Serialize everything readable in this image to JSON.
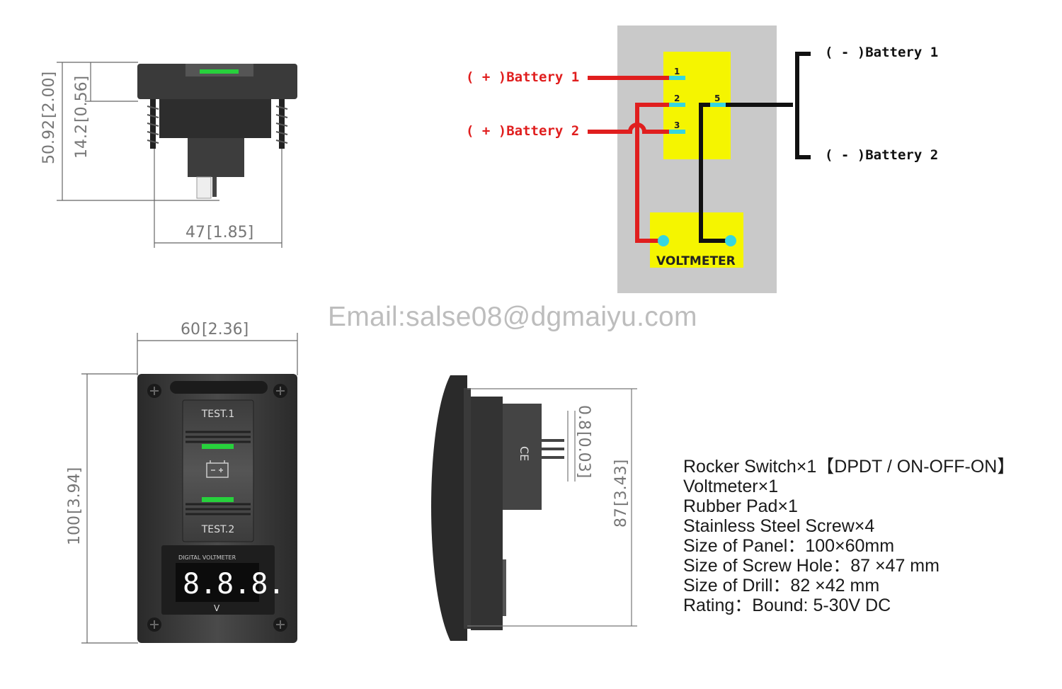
{
  "watermark": {
    "email": "Email:salse08@dgmaiyu.com"
  },
  "side_view": {
    "height_total_mm": "50.92",
    "height_total_in": "2.00",
    "height_top_mm": "14.2",
    "height_top_in": "0.56",
    "width_mm": "47",
    "width_in": "1.85"
  },
  "front_view": {
    "width_mm": "60",
    "width_in": "2.36",
    "height_mm": "100",
    "height_in": "3.94",
    "test1_label": "TEST.1",
    "test2_label": "TEST.2",
    "voltmeter_caption": "DIGITAL VOLTMETER",
    "display_digits": "8.8.8.",
    "volt_unit": "V"
  },
  "profile_view": {
    "depth_mm": "87",
    "depth_in": "3.43",
    "pin_mm": "0.8",
    "pin_in": "0.03"
  },
  "wiring": {
    "pos_battery_1": "( + )Battery 1",
    "pos_battery_2": "( + )Battery 2",
    "neg_battery_1": "( - )Battery 1",
    "neg_battery_2": "( - )Battery 2",
    "pin_1": "1",
    "pin_2": "2",
    "pin_3": "3",
    "pin_5": "5",
    "voltmeter_label": "VOLTMETER",
    "colors": {
      "positive": "#e01e1e",
      "negative": "#111111",
      "block": "#f5f500",
      "panel": "#c9c9c9",
      "terminal": "#35d6e0"
    }
  },
  "specs": [
    "Rocker Switch×1【DPDT / ON-OFF-ON】",
    "Voltmeter×1",
    "Rubber Pad×1",
    "Stainless Steel Screw×4",
    "Size of Panel：100×60mm",
    "Size of Screw Hole：87 ×47 mm",
    "Size of Drill：82 ×42 mm",
    "Rating：Bound: 5-30V DC"
  ]
}
